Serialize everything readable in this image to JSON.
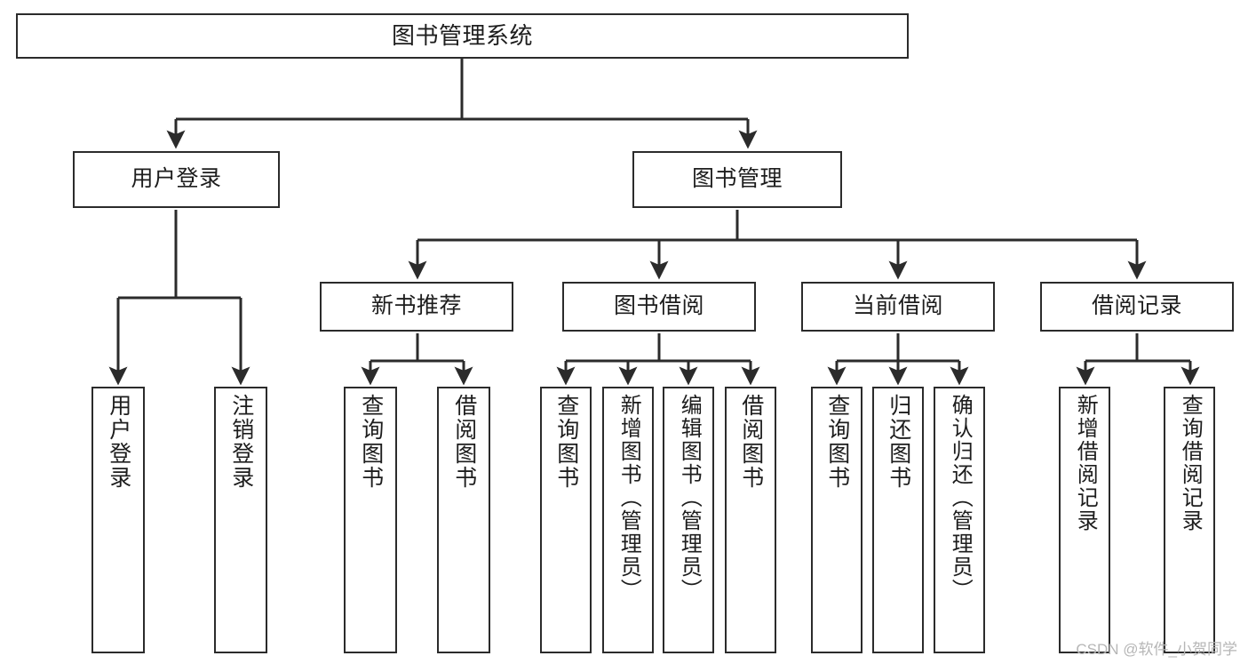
{
  "diagram": {
    "type": "tree-hierarchy",
    "title": "图书管理系统",
    "orientation": "top-down",
    "colors": {
      "box_stroke": "#2b2b2b",
      "box_fill": "#ffffff",
      "edge": "#2b2b2b",
      "text": "#1d1d1d",
      "watermark": "#b6b6b6"
    },
    "nodes": {
      "root": {
        "label": "图书管理系统"
      },
      "level2": [
        {
          "id": "user-login",
          "label": "用户登录"
        },
        {
          "id": "book-manage",
          "label": "图书管理"
        }
      ],
      "level3": [
        {
          "id": "new-book-recommend",
          "label": "新书推荐"
        },
        {
          "id": "book-borrow",
          "label": "图书借阅"
        },
        {
          "id": "current-borrow",
          "label": "当前借阅"
        },
        {
          "id": "borrow-record",
          "label": "借阅记录"
        }
      ],
      "leaves": {
        "user_login": [
          {
            "id": "leaf-user-login",
            "label": "用户登录"
          },
          {
            "id": "leaf-logout-login",
            "label": "注销登录"
          }
        ],
        "new_book_recommend": [
          {
            "id": "leaf-query-book-1",
            "label": "查询图书"
          },
          {
            "id": "leaf-borrow-book-1",
            "label": "借阅图书"
          }
        ],
        "book_borrow": [
          {
            "id": "leaf-query-book-2",
            "label": "查询图书"
          },
          {
            "id": "leaf-add-book",
            "label": "新增图书（管理员）"
          },
          {
            "id": "leaf-edit-book",
            "label": "编辑图书（管理员）"
          },
          {
            "id": "leaf-borrow-book-2",
            "label": "借阅图书"
          }
        ],
        "current_borrow": [
          {
            "id": "leaf-query-book-3",
            "label": "查询图书"
          },
          {
            "id": "leaf-return-book",
            "label": "归还图书"
          },
          {
            "id": "leaf-confirm-return",
            "label": "确认归还（管理员）"
          }
        ],
        "borrow_record": [
          {
            "id": "leaf-add-record",
            "label": "新增借阅记录"
          },
          {
            "id": "leaf-query-record",
            "label": "查询借阅记录"
          }
        ]
      }
    }
  },
  "watermark": {
    "text": "CSDN @软件_小贺同学"
  }
}
